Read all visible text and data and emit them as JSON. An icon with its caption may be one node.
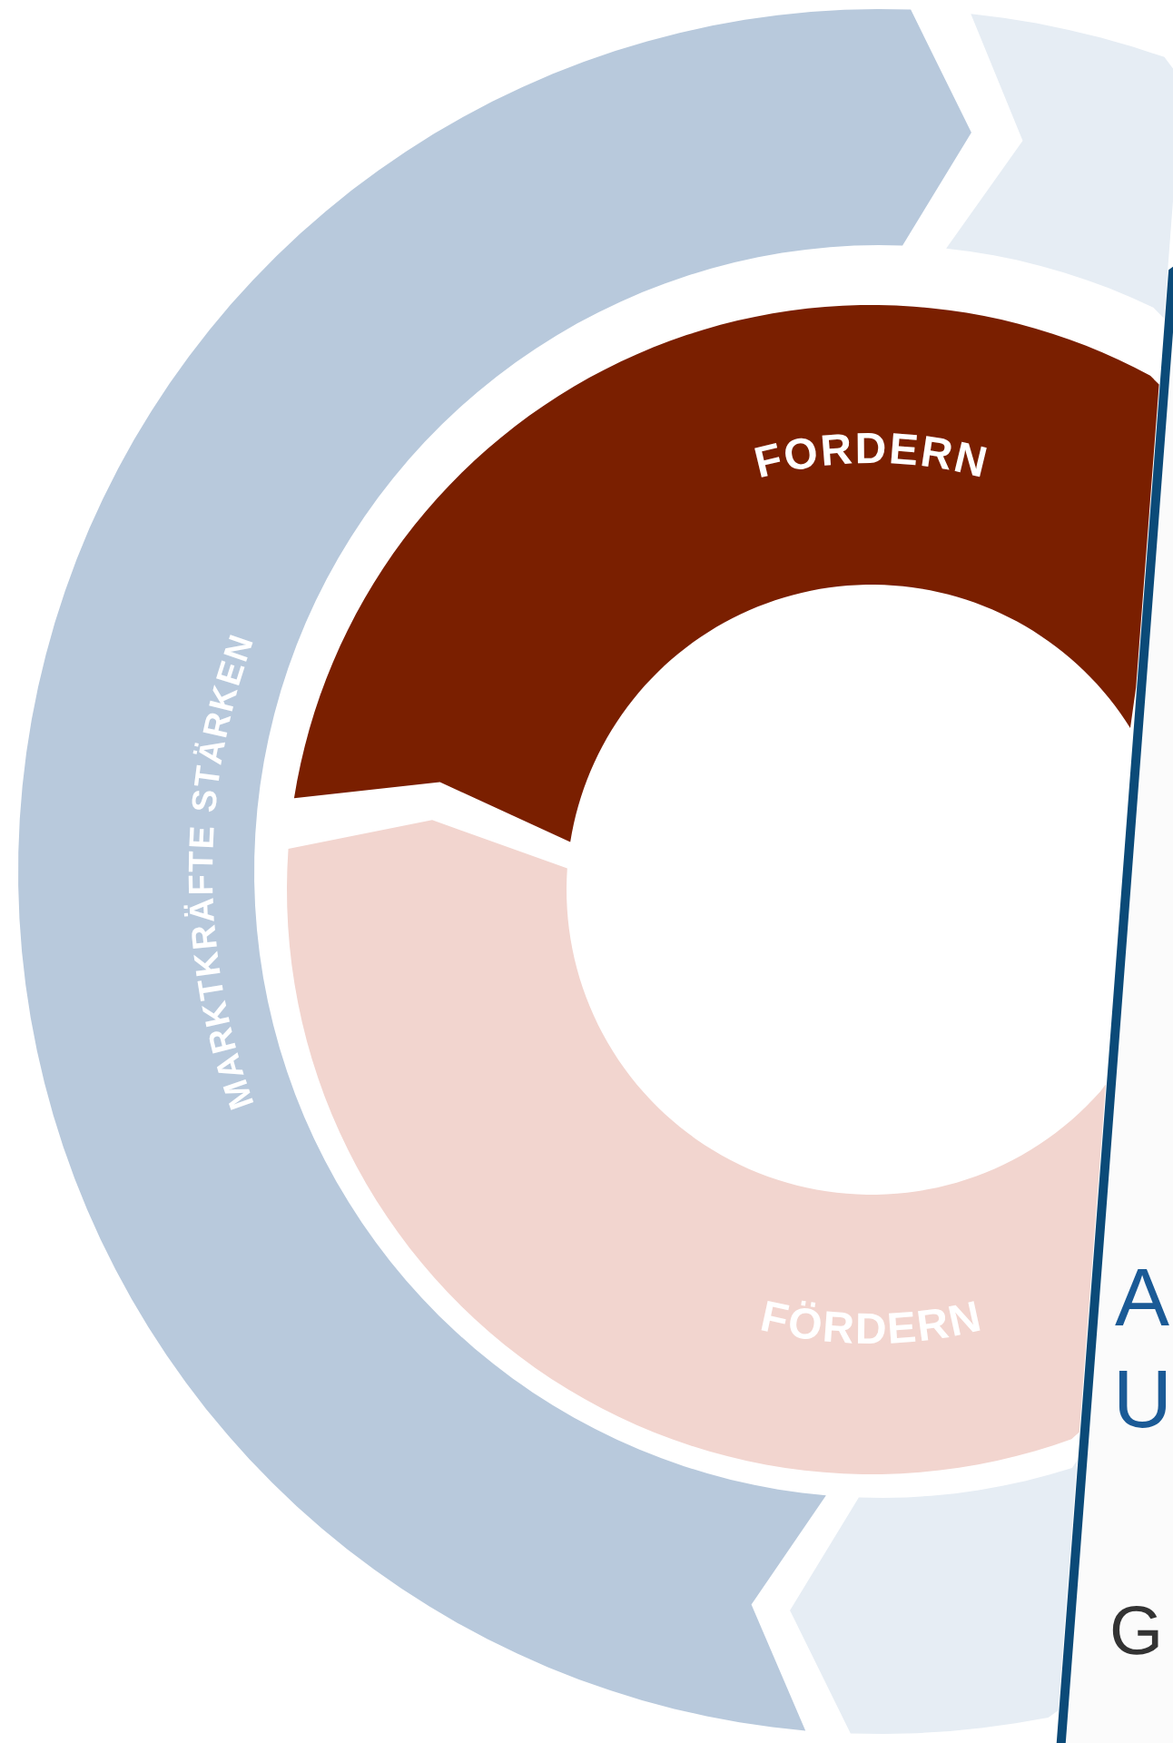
{
  "diagram": {
    "nodes": [
      {
        "text": [
          "MARKTKRÄFTE STÄRKEN"
        ]
      },
      {
        "text": [],
        "shape": "arrow"
      },
      {
        "text": [
          "FORDERN"
        ]
      },
      {
        "text": [
          "FÖRDERN"
        ]
      }
    ],
    "labels": [
      "A",
      "U",
      "G"
    ]
  }
}
